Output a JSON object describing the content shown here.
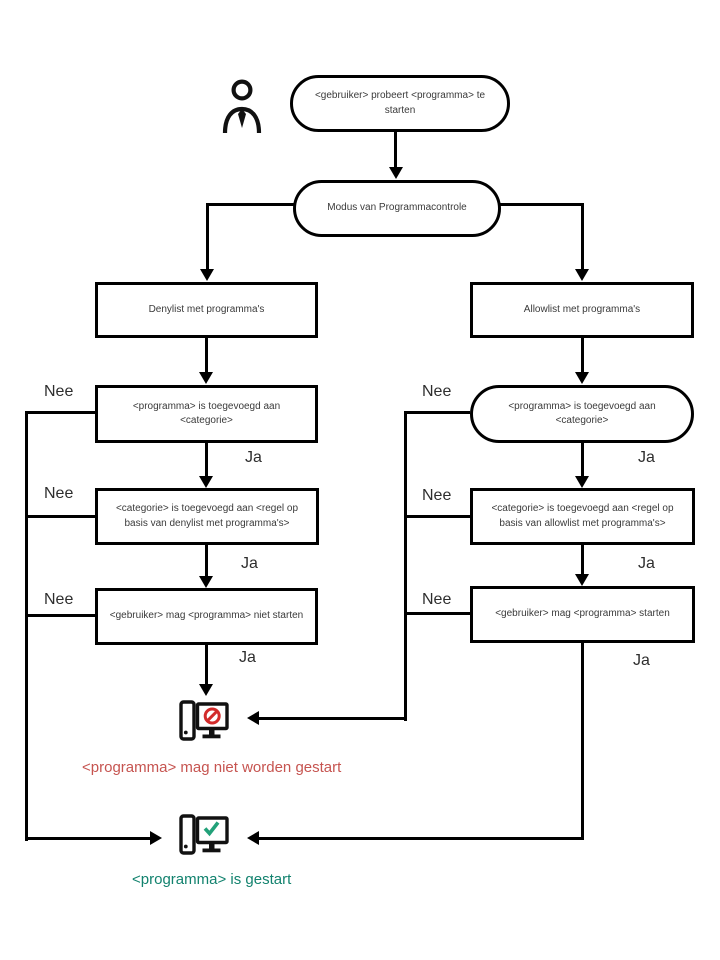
{
  "labels": {
    "yes": "Ja",
    "no": "Nee"
  },
  "nodes": {
    "start": "<gebruiker> probeert <programma> te starten",
    "mode": "Modus van Programmacontrole",
    "denylist": "Denylist met programma's",
    "allowlist": "Allowlist met programma's",
    "deny_check_program": "<programma> is toegevoegd aan <categorie>",
    "allow_check_program": "<programma> is toegevoegd aan <categorie>",
    "deny_check_category": "<categorie> is toegevoegd aan <regel op basis van denylist met programma's>",
    "allow_check_category": "<categorie> is toegevoegd aan <regel op basis van allowlist met programma's>",
    "deny_action": "<gebruiker> mag <programma> niet starten",
    "allow_action": "<gebruiker> mag <programma> starten"
  },
  "outcomes": {
    "blocked": "<programma> mag niet worden gestart",
    "started": "<programma> is gestart"
  },
  "icons": {
    "user": "user-silhouette-icon",
    "blocked": "computer-prohibition-icon",
    "started": "computer-check-icon"
  },
  "colors": {
    "blocked_text": "#c65450",
    "started_text": "#12826e",
    "prohibition": "#d22b2b",
    "check": "#22a179",
    "line": "#000000"
  }
}
